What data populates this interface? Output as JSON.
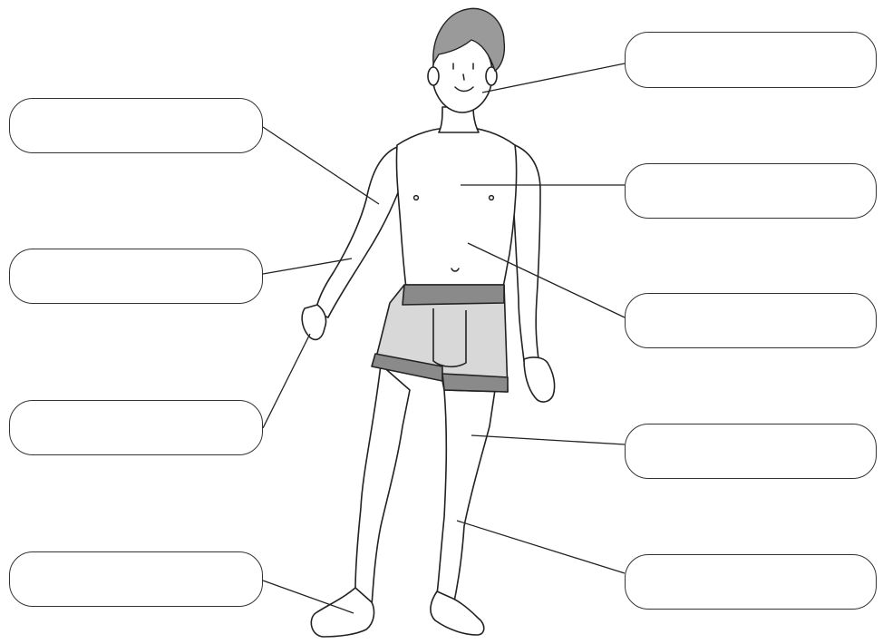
{
  "diagram": {
    "labels": [
      {
        "id": "left-1",
        "text": ""
      },
      {
        "id": "left-2",
        "text": ""
      },
      {
        "id": "left-3",
        "text": ""
      },
      {
        "id": "left-4",
        "text": ""
      },
      {
        "id": "right-1",
        "text": ""
      },
      {
        "id": "right-2",
        "text": ""
      },
      {
        "id": "right-3",
        "text": ""
      },
      {
        "id": "right-4",
        "text": ""
      },
      {
        "id": "right-5",
        "text": ""
      }
    ],
    "colors": {
      "line": "#222222",
      "skin": "#ffffff",
      "hair": "#9a9a9a",
      "shorts": "#d8d8d8",
      "shorts_band": "#8a8a8a"
    }
  }
}
